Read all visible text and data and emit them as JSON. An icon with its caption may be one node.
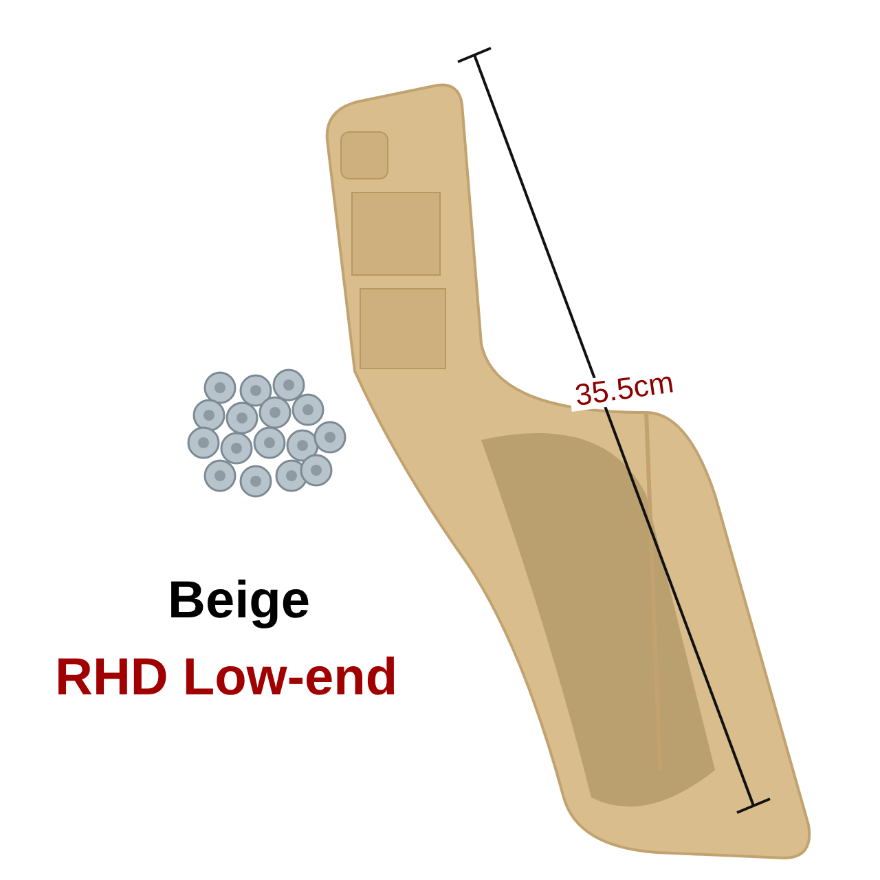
{
  "diagram": {
    "labels": [
      "35.5cm",
      "Beige",
      "RHD Low-end"
    ]
  }
}
